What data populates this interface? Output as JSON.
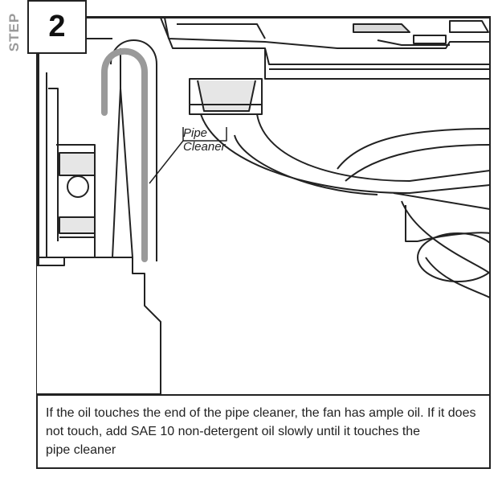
{
  "step": {
    "side_label": "STEP",
    "number": "2"
  },
  "callout": {
    "line1": "Pipe",
    "line2": "Cleaner"
  },
  "caption": {
    "line1": "If the oil touches the end of the pipe cleaner, the fan has ample oil. If it does",
    "line2": "not touch, add SAE 10 non-detergent oil slowly until it touches the",
    "line3": "pipe cleaner"
  },
  "colors": {
    "line": "#222222",
    "shade": "#d9d9d9",
    "pipe_cleaner": "#9a9a9a"
  }
}
